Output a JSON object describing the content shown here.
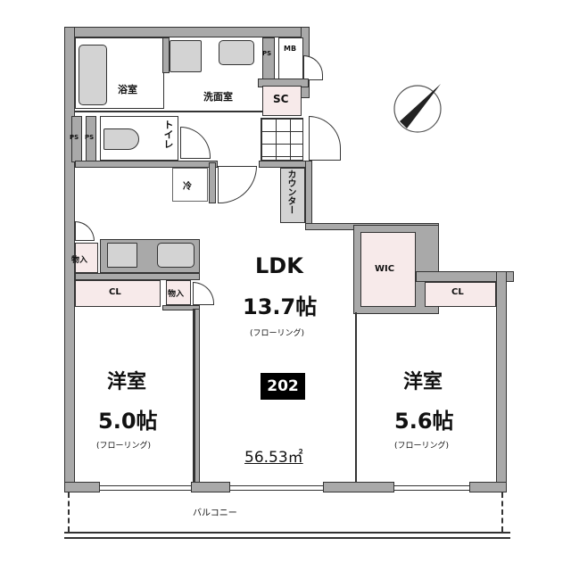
{
  "plan": {
    "unit_number": "202",
    "total_area": "56.53㎡",
    "colors": {
      "wall": "#a9a9a9",
      "storage": "#f7eaea",
      "unit_badge": "#000000"
    }
  },
  "rooms": {
    "ldk": {
      "name": "LDK",
      "size": "13.7帖",
      "floor": "(フローリング)"
    },
    "western_left": {
      "name": "洋室",
      "size": "5.0帖",
      "floor": "(フローリング)"
    },
    "western_right": {
      "name": "洋室",
      "size": "5.6帖",
      "floor": "(フローリング)"
    },
    "bath": {
      "name": "浴室"
    },
    "washroom": {
      "name": "洗面室"
    },
    "toilet": {
      "name": "トイレ"
    },
    "balcony": {
      "name": "バルコニー"
    }
  },
  "storage": {
    "sc": "SC",
    "mb": "MB",
    "ps_top": "PS",
    "ps_left1": "PS",
    "ps_left2": "PS",
    "wic": "WIC",
    "cl_left": "CL",
    "cl_right": "CL",
    "storage_left": "物入",
    "storage_center": "物入",
    "fridge": "冷",
    "counter": "カウンター"
  },
  "compass": {
    "icon": "north-arrow-icon"
  }
}
